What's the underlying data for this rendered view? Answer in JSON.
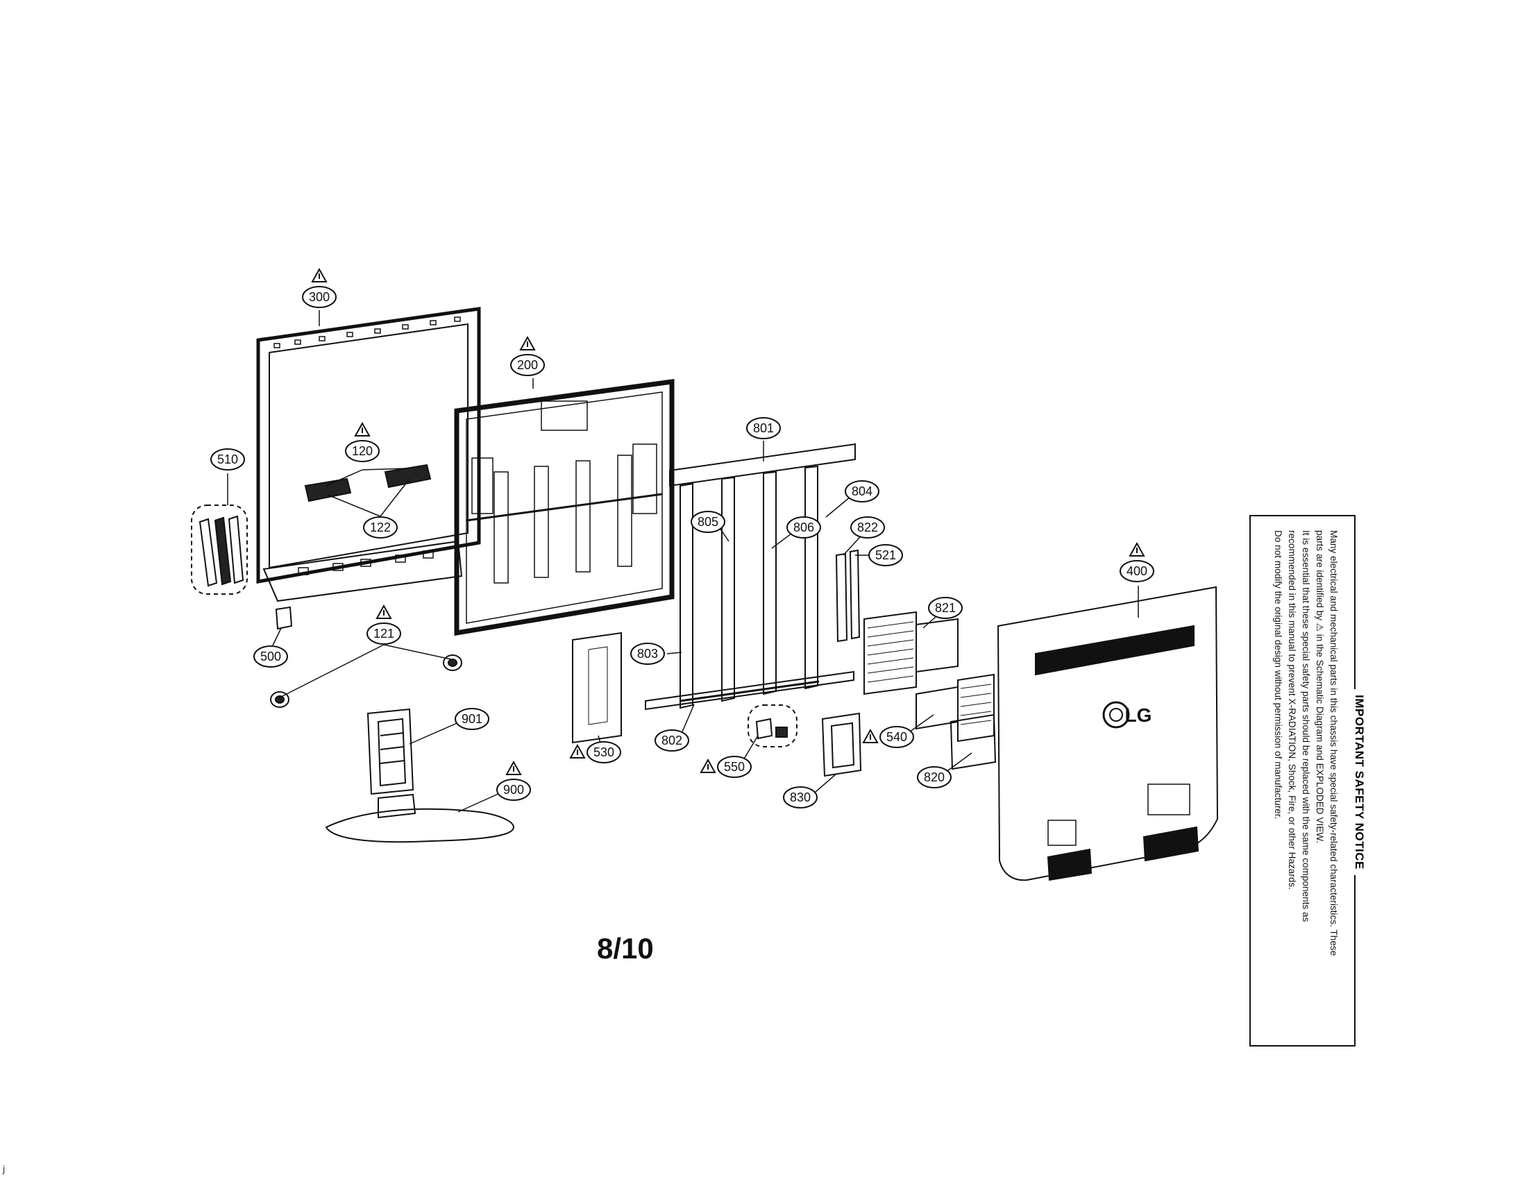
{
  "page_number": "8/10",
  "callouts": [
    {
      "id": "c300",
      "label": "300",
      "warning": true
    },
    {
      "id": "c200",
      "label": "200",
      "warning": true
    },
    {
      "id": "c120",
      "label": "120",
      "warning": true
    },
    {
      "id": "c122",
      "label": "122",
      "warning": false
    },
    {
      "id": "c510",
      "label": "510",
      "warning": false
    },
    {
      "id": "c500",
      "label": "500",
      "warning": false
    },
    {
      "id": "c121",
      "label": "121",
      "warning": true
    },
    {
      "id": "c901",
      "label": "901",
      "warning": false
    },
    {
      "id": "c900",
      "label": "900",
      "warning": true
    },
    {
      "id": "c530",
      "label": "530",
      "warning": true
    },
    {
      "id": "c801",
      "label": "801",
      "warning": false
    },
    {
      "id": "c804",
      "label": "804",
      "warning": false
    },
    {
      "id": "c805",
      "label": "805",
      "warning": false
    },
    {
      "id": "c806",
      "label": "806",
      "warning": false
    },
    {
      "id": "c822",
      "label": "822",
      "warning": false
    },
    {
      "id": "c521",
      "label": "521",
      "warning": false
    },
    {
      "id": "c803",
      "label": "803",
      "warning": false
    },
    {
      "id": "c802",
      "label": "802",
      "warning": false
    },
    {
      "id": "c550",
      "label": "550",
      "warning": true
    },
    {
      "id": "c830",
      "label": "830",
      "warning": false
    },
    {
      "id": "c821",
      "label": "821",
      "warning": false
    },
    {
      "id": "c540",
      "label": "540",
      "warning": true
    },
    {
      "id": "c820",
      "label": "820",
      "warning": false
    },
    {
      "id": "c400",
      "label": "400",
      "warning": true
    }
  ],
  "logo_text": "LG",
  "notice": {
    "title": "IMPORTANT SAFETY NOTICE",
    "lines": [
      "Many electrical and mechanical parts in this chassis have special safety-related characteristics. These",
      "parts are identified by ⚠ in the Schematic Diagram and EXPLODED VIEW.",
      "It is essential that these special safety parts should be replaced with the same components as",
      "recommended in this manual to prevent X-RADIATION, Shock, Fire, or other Hazards.",
      "Do not modify the original design without permission of manufacturer."
    ]
  },
  "corner_mark": "j"
}
